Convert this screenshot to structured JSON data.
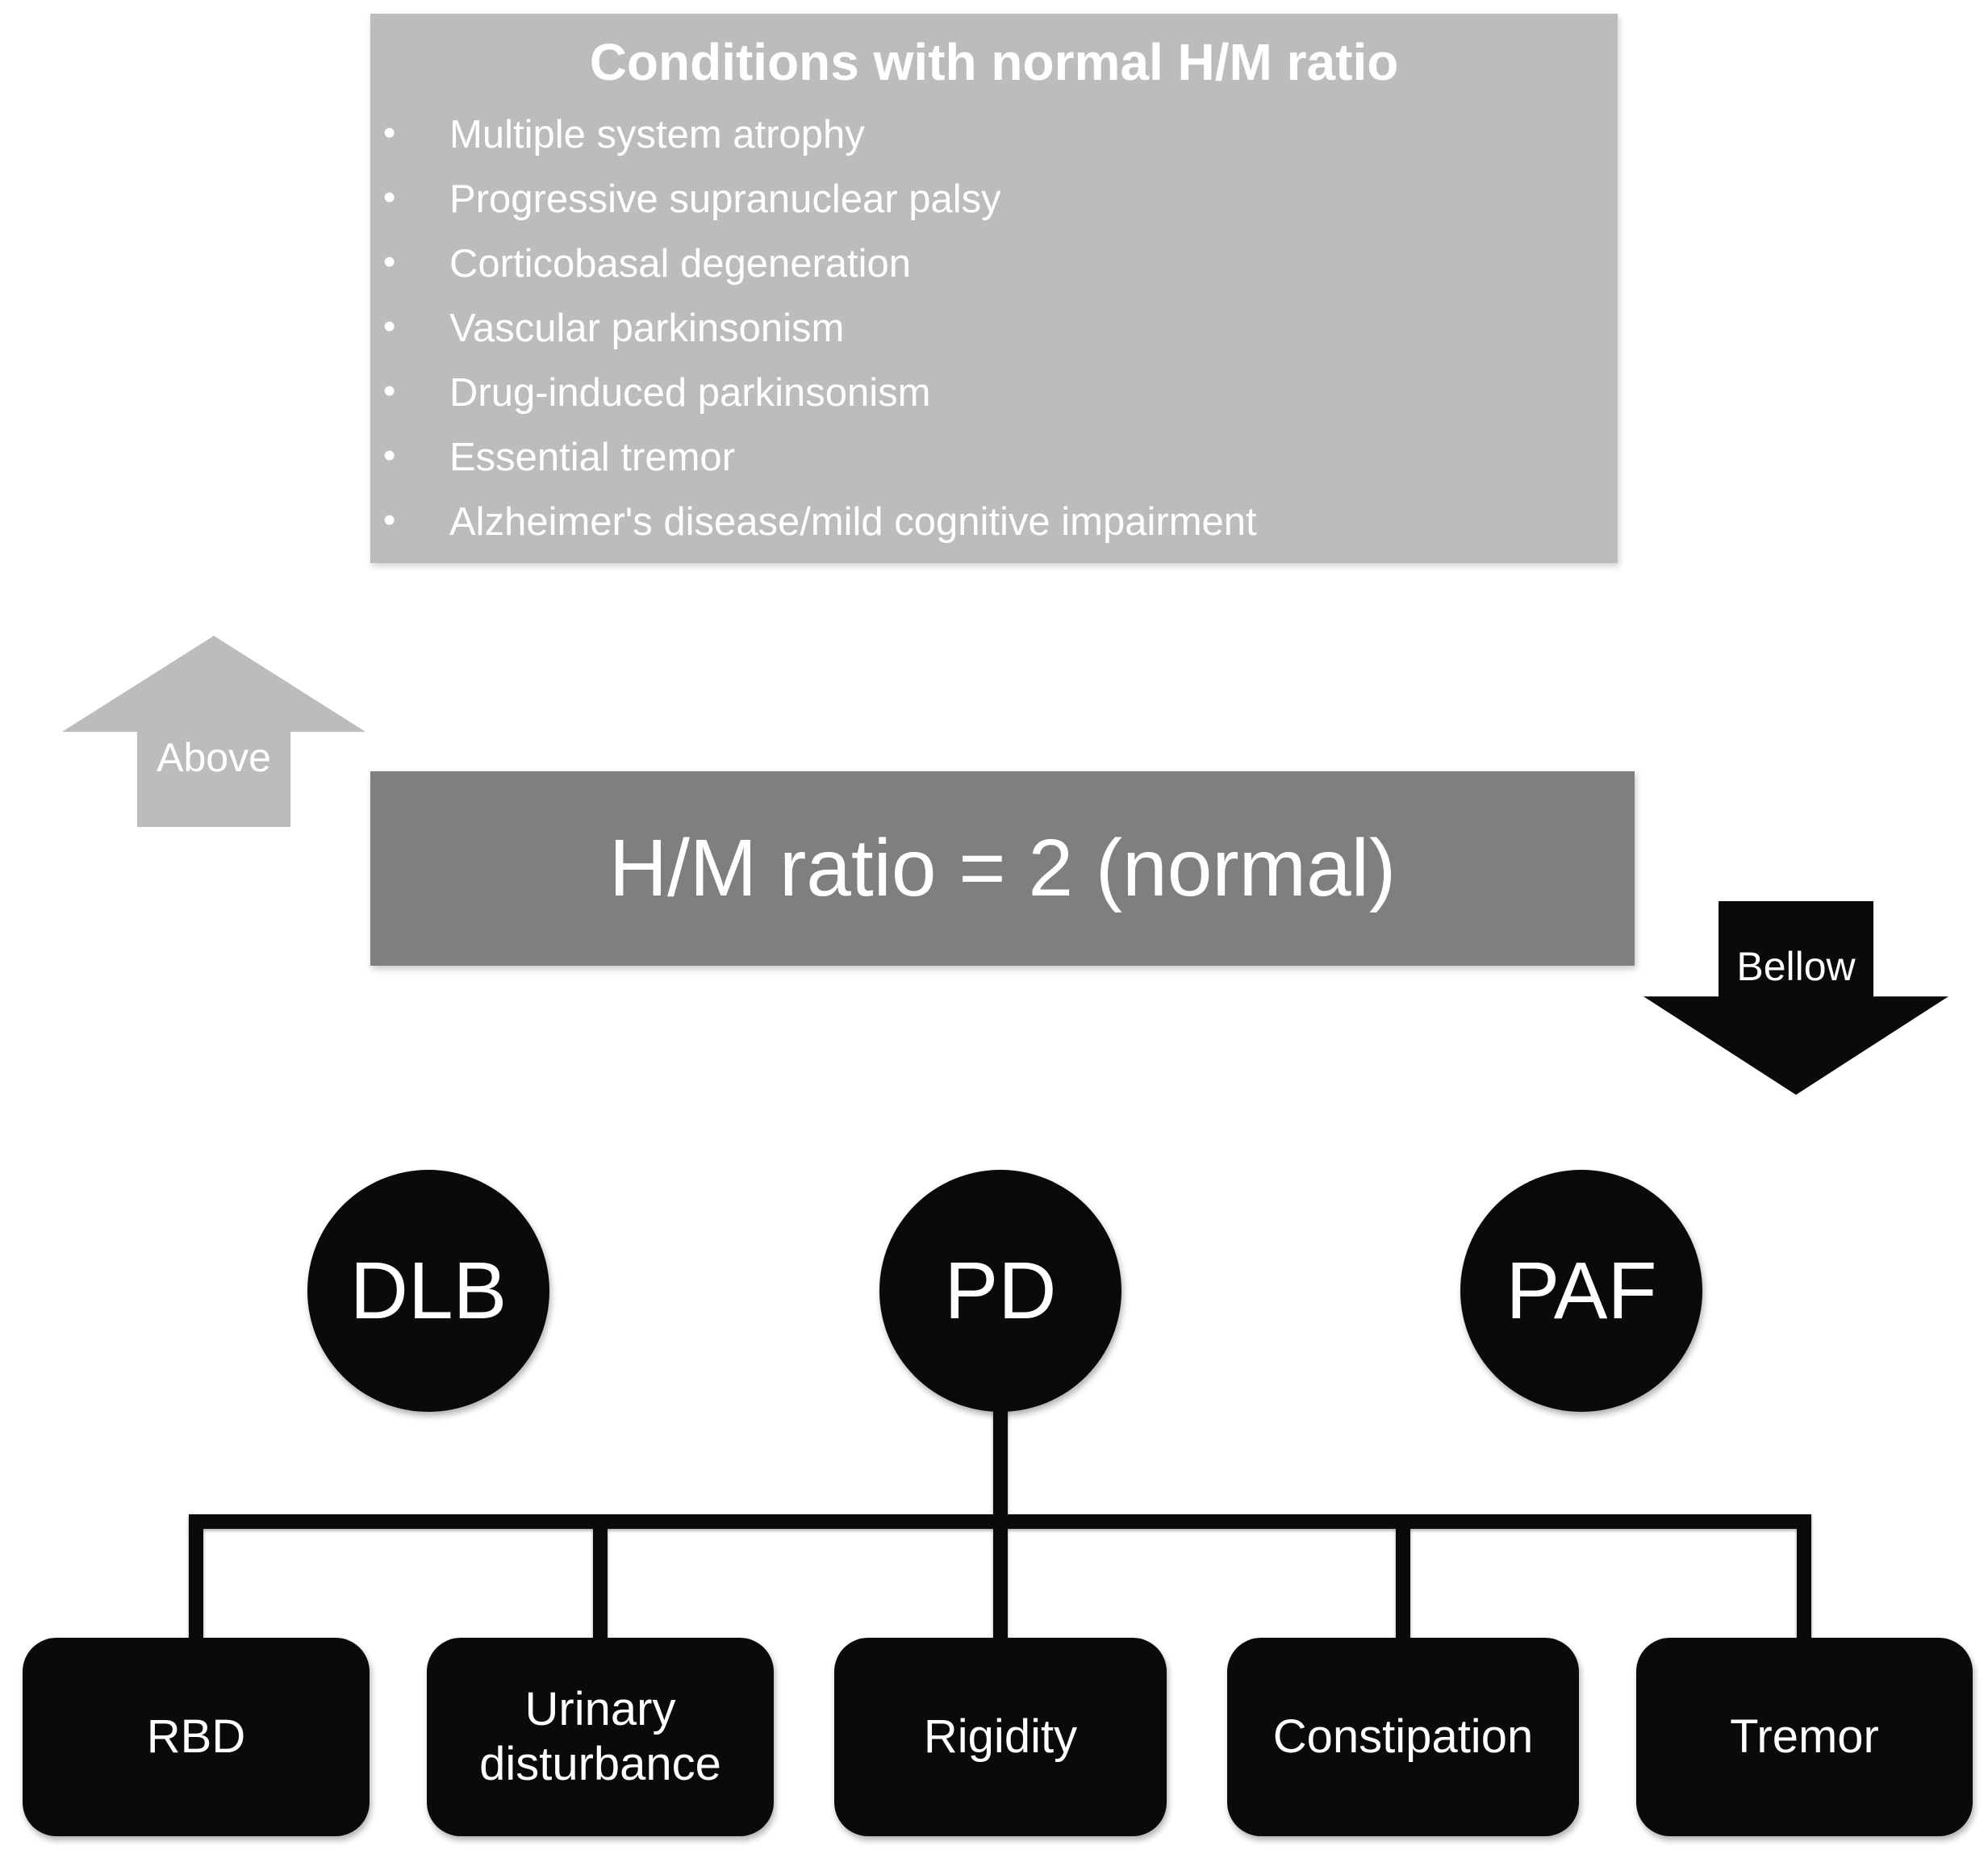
{
  "diagram": {
    "conditions_box": {
      "title": "Conditions with normal H/M ratio",
      "bullet": "•",
      "items": [
        "Multiple system atrophy",
        "Progressive supranuclear palsy",
        "Corticobasal degeneration",
        "Vascular parkinsonism",
        "Drug-induced parkinsonism",
        "Essential tremor",
        "Alzheimer's disease/mild cognitive impairment"
      ]
    },
    "above_arrow": {
      "label": "Above"
    },
    "ratio_bar": {
      "label": "H/M ratio = 2 (normal)"
    },
    "bellow_arrow": {
      "label": "Bellow"
    },
    "nodes": [
      {
        "label": "DLB"
      },
      {
        "label": "PD"
      },
      {
        "label": "PAF"
      }
    ],
    "symptoms": [
      {
        "label": "RBD"
      },
      {
        "label": "Urinary disturbance"
      },
      {
        "label": "Rigidity"
      },
      {
        "label": "Constipation"
      },
      {
        "label": "Tremor"
      }
    ],
    "colors": {
      "light_gray": "#bcbcbc",
      "medium_gray": "#7f7f7f",
      "shape_black": "#0a0a0a",
      "text_white": "#ffffff"
    }
  }
}
